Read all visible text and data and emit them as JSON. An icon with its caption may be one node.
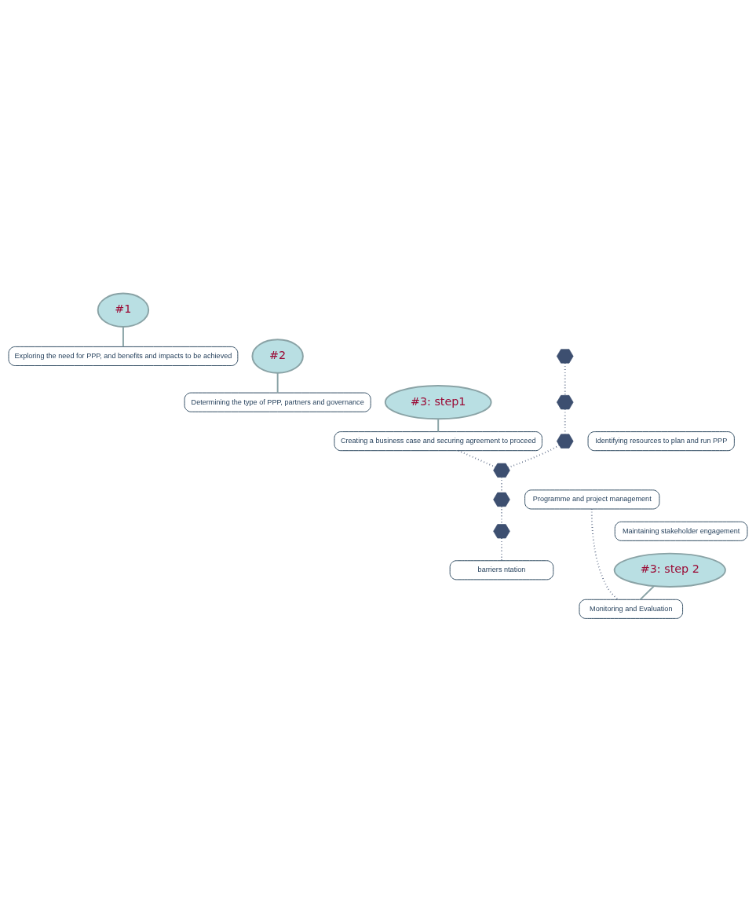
{
  "diagram": {
    "nodes": [
      {
        "text": [
          "#1"
        ]
      },
      {
        "text": [
          "Exploring the need for PPP, and benefits and impacts to be achieved"
        ]
      },
      {
        "text": [
          "#2"
        ]
      },
      {
        "text": [
          "Determining the type of PPP, partners and governance"
        ]
      },
      {
        "text": [
          "#3: step1"
        ]
      },
      {
        "text": [
          "Creating a business case and securing agreement to proceed"
        ]
      },
      {
        "text": [
          "Identifying resources to plan and run PPP"
        ]
      },
      {
        "text": [
          "Programme and project management"
        ]
      },
      {
        "text": [
          "Maintaining stakeholder engagement"
        ]
      },
      {
        "text": [
          "barriers ntation"
        ]
      },
      {
        "text": [
          "#3: step 2"
        ]
      },
      {
        "text": [
          "Monitoring and Evaluation"
        ]
      },
      {
        "text": [],
        "shape": "hexagon"
      },
      {
        "text": [],
        "shape": "hexagon"
      },
      {
        "text": [],
        "shape": "hexagon"
      },
      {
        "text": [],
        "shape": "hexagon"
      },
      {
        "text": [],
        "shape": "hexagon"
      },
      {
        "text": [],
        "shape": "hexagon"
      }
    ],
    "edges": [
      {
        "from": 0,
        "to": 1,
        "arrow": "none"
      },
      {
        "from": 2,
        "to": 3,
        "arrow": "none"
      },
      {
        "from": 4,
        "to": 5,
        "arrow": "none"
      },
      {
        "from": 10,
        "to": 11,
        "arrow": "none"
      },
      {
        "from": 12,
        "to": 13,
        "arrow": "none",
        "style": "dashed"
      },
      {
        "from": 13,
        "to": 14,
        "arrow": "none",
        "style": "dashed"
      },
      {
        "from": 14,
        "to": 15,
        "arrow": "none",
        "style": "dashed"
      },
      {
        "from": 5,
        "to": 15,
        "arrow": "none",
        "style": "dashed"
      },
      {
        "from": 15,
        "to": 16,
        "arrow": "none",
        "style": "dashed"
      },
      {
        "from": 16,
        "to": 17,
        "arrow": "none",
        "style": "dashed"
      },
      {
        "from": 17,
        "to": 9,
        "arrow": "none",
        "style": "dashed"
      },
      {
        "from": 7,
        "to": 11,
        "arrow": "none",
        "style": "dashed"
      }
    ]
  }
}
